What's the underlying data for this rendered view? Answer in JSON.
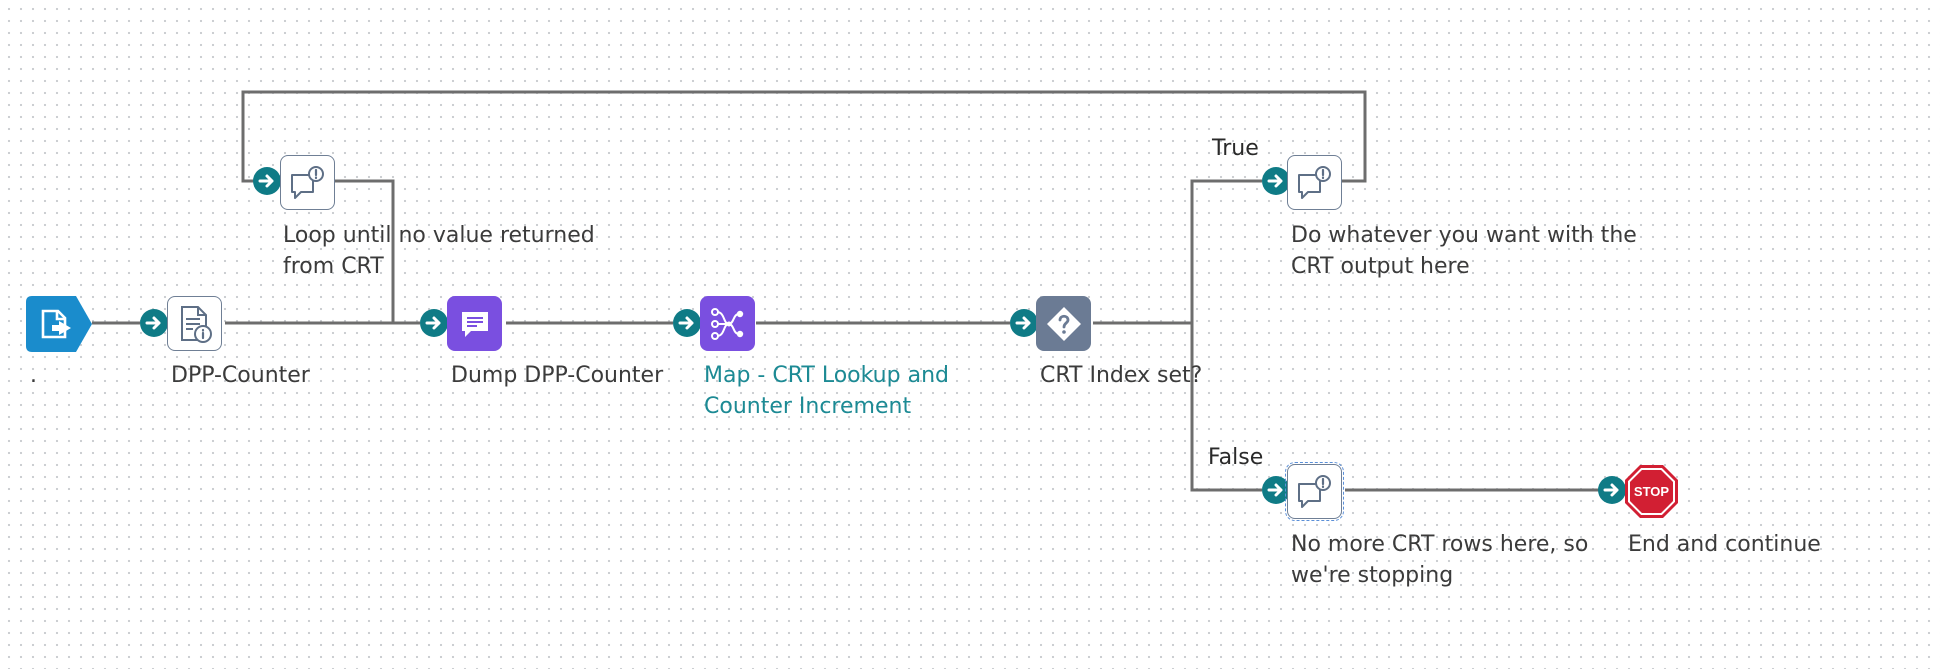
{
  "nodes": {
    "start": {
      "label": "."
    },
    "dpp_counter": {
      "label": "DPP-Counter"
    },
    "loop_note": {
      "label": "Loop until no value returned\nfrom CRT"
    },
    "dump": {
      "label": "Dump DPP-Counter"
    },
    "map": {
      "label": "Map - CRT Lookup and\nCounter Increment"
    },
    "decision": {
      "label": "CRT Index set?"
    },
    "true_note": {
      "label": "Do whatever you want with the\nCRT output here"
    },
    "false_note": {
      "label": "No more CRT rows here, so\nwe're stopping"
    },
    "end": {
      "label": "End and continue"
    }
  },
  "branches": {
    "true": "True",
    "false": "False"
  },
  "stop_text": "STOP",
  "colors": {
    "connector": "#0f7b86",
    "start_node": "#1a8ccc",
    "action_purple": "#7a4fe0",
    "decision_slate": "#6b7b94",
    "stop_red": "#d21f33",
    "line": "#6d6d6d",
    "link_label": "#1c8a94"
  },
  "icons": {
    "start": "document-export-icon",
    "dpp_counter": "document-info-icon",
    "notes": "comment-alert-icon",
    "dump": "chat-bubble-icon",
    "map": "mapping-network-icon",
    "decision": "question-diamond-icon",
    "connectors": "arrow-right-circle-icon",
    "end": "stop-sign-icon"
  }
}
